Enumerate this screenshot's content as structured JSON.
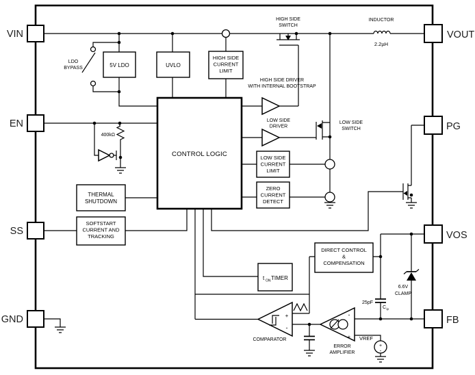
{
  "pins": {
    "vin": "VIN",
    "en": "EN",
    "ss": "SS",
    "gnd": "GND",
    "vout": "VOUT",
    "pg": "PG",
    "vos": "VOS",
    "fb": "FB"
  },
  "blocks": {
    "ldo": "5V LDO",
    "uvlo": "UVLO",
    "hs_limit": [
      "HIGH SIDE",
      "CURRENT",
      "LIMIT"
    ],
    "control": "CONTROL LOGIC",
    "thermal": [
      "THERMAL",
      "SHUTDOWN"
    ],
    "softstart": [
      "SOFTSTART",
      "CURRENT AND",
      "TRACKING"
    ],
    "ls_limit": [
      "LOW SIDE",
      "CURRENT",
      "LIMIT"
    ],
    "zero_current": [
      "ZERO",
      "CURRENT",
      "DETECT"
    ],
    "direct_control": [
      "DIRECT CONTROL",
      "&",
      "COMPENSATION"
    ],
    "timer": {
      "t": "t",
      "sub": "ON",
      "rest": "TIMER"
    }
  },
  "labels": {
    "hs_switch": [
      "HIGH SIDE",
      "SWITCH"
    ],
    "ls_switch": [
      "LOW SIDE",
      "SWITCH"
    ],
    "hs_driver": [
      "HIGH SIDE DRIVER",
      "WITH INTERNAL BOOTSTRAP"
    ],
    "ls_driver": [
      "LOW SIDE",
      "DRIVER"
    ],
    "ldo_bypass": [
      "LDO",
      "BYPASS"
    ],
    "inductor": "INDUCTOR",
    "inductance": "2.2µH",
    "en_resistor": "400kΩ",
    "cap_value": "25pF",
    "cap_name": {
      "c": "C",
      "sub": "ip"
    },
    "clamp": [
      "6.6V",
      "CLAMP"
    ],
    "comparator": "COMPARATOR",
    "error_amp": [
      "ERROR",
      "AMPLIFIER"
    ],
    "vref": "VREF",
    "plus": "+",
    "minus": "-"
  },
  "colors": {
    "line": "#000000",
    "background": "#ffffff"
  }
}
